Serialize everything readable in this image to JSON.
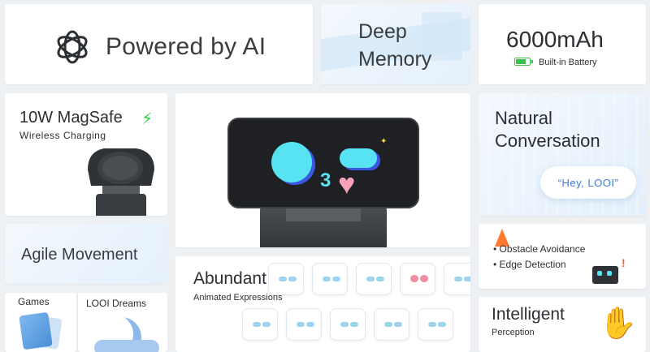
{
  "ai": {
    "title": "Powered by AI",
    "logo_icon": "openai-logo-icon"
  },
  "memory": {
    "line1": "Deep",
    "line2": "Memory"
  },
  "battery": {
    "capacity": "6000mAh",
    "label": "Built-in Battery",
    "color": "#3fbf4f"
  },
  "magsafe": {
    "title": "10W MagSafe",
    "bolt": "⚡",
    "subtitle": "Wireless Charging"
  },
  "robot": {
    "digit": "3",
    "heart": "♥",
    "sparkle": "✦"
  },
  "conversation": {
    "line1": "Natural",
    "line2": "Conversation",
    "bubble": "“Hey, LOOI”"
  },
  "agile": {
    "title": "Agile Movement"
  },
  "expressions": {
    "title": "Abundant",
    "subtitle": "Animated Expressions"
  },
  "obstacle": {
    "item1": "• Obstacle Avoidance",
    "item2": "• Edge Detection",
    "alert": "!"
  },
  "games": {
    "title": "Games"
  },
  "dreams": {
    "title": "LOOI Dreams"
  },
  "perception": {
    "title": "Intelligent",
    "subtitle": "Perception",
    "icon": "✋"
  },
  "colors": {
    "accent_cyan": "#58e3f2",
    "accent_blue": "#3a7ed8",
    "pink": "#f7a3b8"
  }
}
